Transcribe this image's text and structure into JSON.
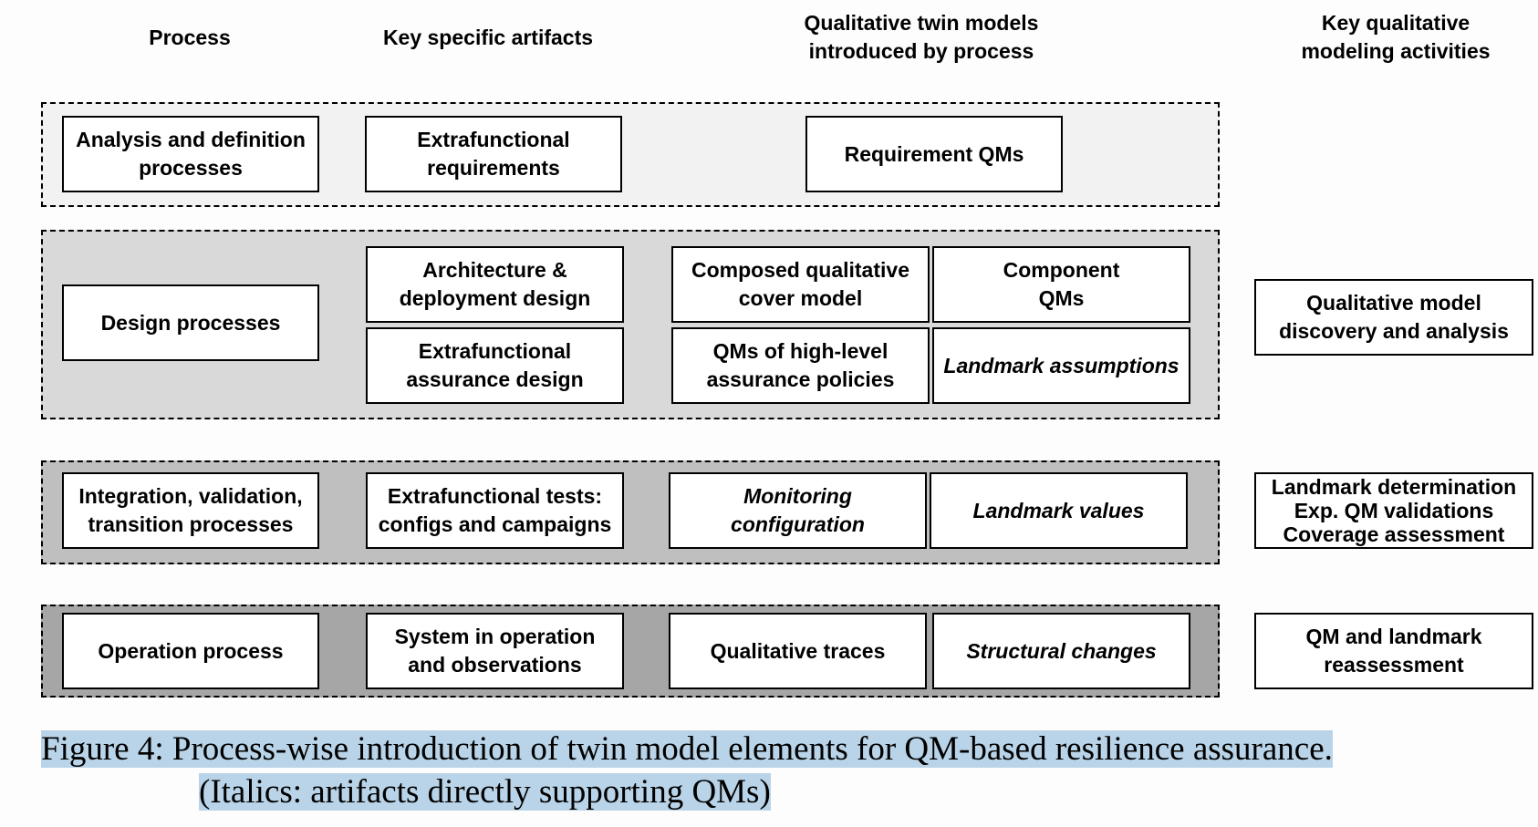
{
  "headers": {
    "process": "Process",
    "artifacts": "Key specific artifacts",
    "twin_models": "Qualitative twin models\nintroduced by process",
    "activities": "Key qualitative\nmodeling activities"
  },
  "band_colors": [
    "#f2f2f2",
    "#d9d9d9",
    "#bfbfbf",
    "#a6a6a6"
  ],
  "rows": [
    {
      "process": "Analysis and definition\nprocesses",
      "artifacts": [
        "Extrafunctional\nrequirements"
      ],
      "models": [
        "Requirement QMs"
      ]
    },
    {
      "process": "Design processes",
      "artifacts": [
        "Architecture &\ndeployment design",
        "Extrafunctional\nassurance design"
      ],
      "models": [
        "Composed qualitative\ncover model",
        "Component\nQMs",
        "QMs of high-level\nassurance policies",
        "Landmark assumptions"
      ],
      "activity": "Qualitative model\ndiscovery and analysis"
    },
    {
      "process": "Integration, validation,\ntransition processes",
      "artifacts": [
        "Extrafunctional tests:\nconfigs and campaigns"
      ],
      "models": [
        "Monitoring\nconfiguration",
        "Landmark values"
      ],
      "activity": "Landmark determination\nExp. QM validations\nCoverage assessment"
    },
    {
      "process": "Operation process",
      "artifacts": [
        "System in operation\nand observations"
      ],
      "models": [
        "Qualitative traces",
        "Structural changes"
      ],
      "activity": "QM and landmark\nreassessment"
    }
  ],
  "caption": {
    "line1": "Figure 4: Process-wise introduction of twin model elements for QM-based resilience assurance.",
    "line2": "(Italics: artifacts directly supporting QMs)"
  }
}
